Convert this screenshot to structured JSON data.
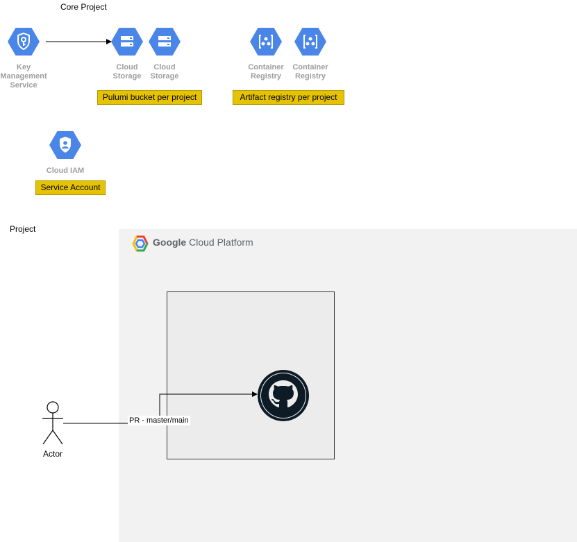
{
  "core_project": {
    "title": "Core Project",
    "kms": {
      "label": "Key\nManagement\nService",
      "icon": "key-management-service-icon"
    },
    "storage": [
      {
        "label": "Cloud\nStorage",
        "icon": "cloud-storage-icon"
      },
      {
        "label": "Cloud\nStorage",
        "icon": "cloud-storage-icon"
      }
    ],
    "registries": [
      {
        "label": "Container\nRegistry",
        "icon": "container-registry-icon"
      },
      {
        "label": "Container\nRegistry",
        "icon": "container-registry-icon"
      }
    ],
    "iam": {
      "label": "Cloud IAM",
      "icon": "cloud-iam-icon"
    },
    "notes": {
      "pulumi_bucket": "Pulumi bucket per project",
      "artifact_registry": "Artifact registry per project",
      "service_account": "Service Account"
    }
  },
  "project": {
    "title": "Project",
    "platform": {
      "brand": "Google",
      "name": "Cloud Platform"
    },
    "actor": {
      "label": "Actor"
    },
    "edge_label": "PR - master/main",
    "repo_icon": "github-icon"
  },
  "colors": {
    "gcp_blue": "#4a86e8",
    "note_fill": "#e6c300",
    "label_gray": "#9e9e9e",
    "panel_bg": "#f2f2f2"
  }
}
